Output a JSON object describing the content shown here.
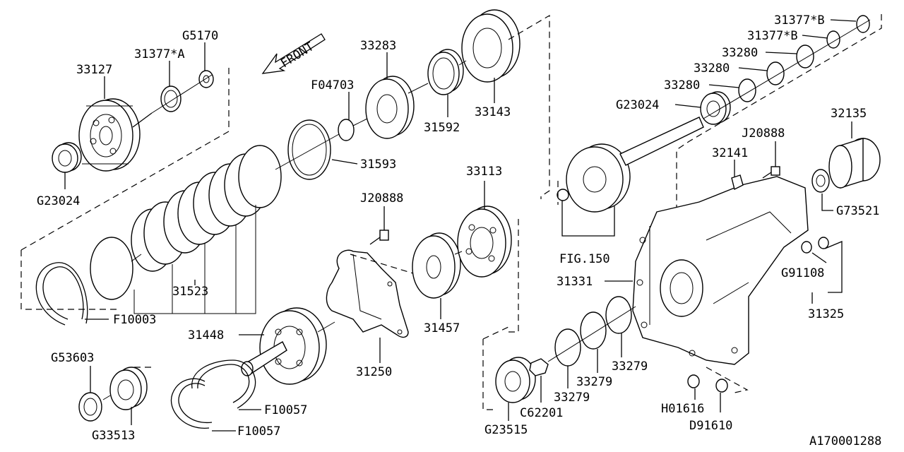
{
  "diagram": {
    "figure_id": "A170001288",
    "front_label": "FRONT",
    "labels": {
      "p33127": "33127",
      "p31377a": "31377*A",
      "g5170": "G5170",
      "g23024_left": "G23024",
      "f04703": "F04703",
      "p33283": "33283",
      "p31592": "31592",
      "p33143": "33143",
      "p31593": "31593",
      "p31523": "31523",
      "f10003": "F10003",
      "j20888_mid": "J20888",
      "p33113": "33113",
      "p31457": "31457",
      "p31448": "31448",
      "p31250": "31250",
      "g53603": "G53603",
      "g33513": "G33513",
      "f10057_a": "F10057",
      "f10057_b": "F10057",
      "p31377b_top": "31377*B",
      "p31377b_2": "31377*B",
      "p33280_a": "33280",
      "p33280_b": "33280",
      "p33280_c": "33280",
      "g23024_right": "G23024",
      "p32135": "32135",
      "j20888_right": "J20888",
      "p32141": "32141",
      "g73521": "G73521",
      "fig150": "FIG.150",
      "p31331": "31331",
      "g91108": "G91108",
      "p31325": "31325",
      "p33279_a": "33279",
      "p33279_b": "33279",
      "p33279_c": "33279",
      "c62201": "C62201",
      "g23515": "G23515",
      "h01616": "H01616",
      "d91610": "D91610"
    }
  }
}
